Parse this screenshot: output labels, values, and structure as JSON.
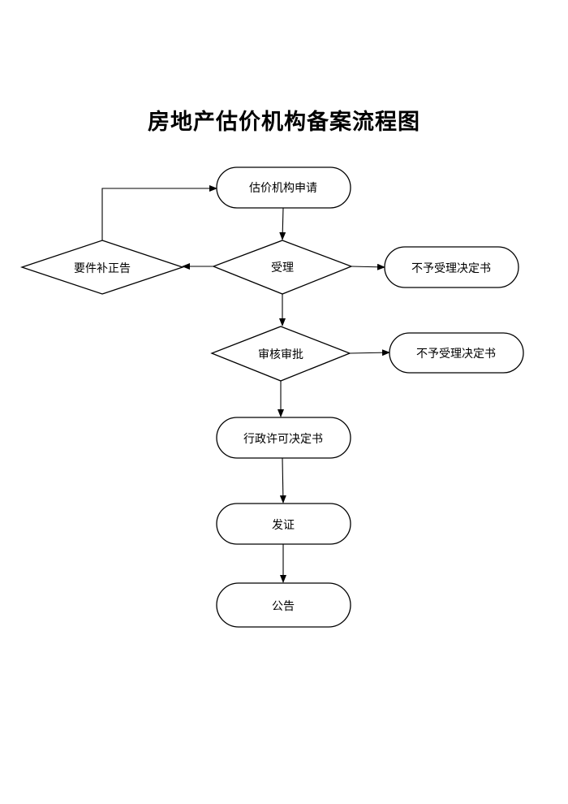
{
  "title": "房地产估价机构备案流程图",
  "nodes": {
    "apply": "估价机构申请",
    "accept": "受理",
    "supplement": "要件补正告",
    "reject1": "不予受理决定书",
    "review": "审核审批",
    "reject2": "不予受理决定书",
    "permit": "行政许可决定书",
    "issue": "发证",
    "announce": "公告"
  }
}
